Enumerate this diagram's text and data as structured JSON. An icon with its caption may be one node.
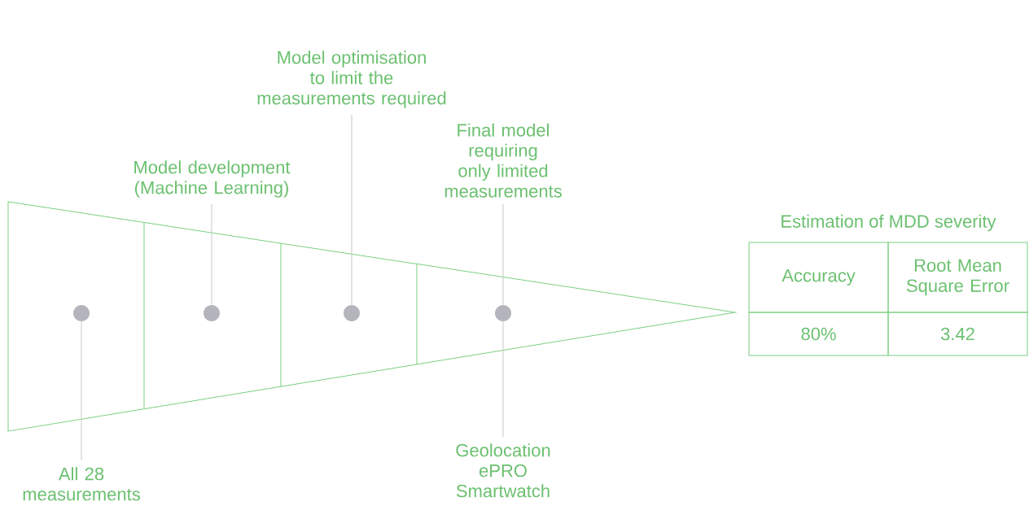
{
  "diagram": {
    "nodes": [
      {
        "text": [
          "All 28 measurements"
        ]
      },
      {
        "text": [
          "Model development (Machine Learning)"
        ]
      },
      {
        "text": [
          "Model optimisation to limit the measurements required"
        ]
      },
      {
        "text": [
          "Final model requiring only limited measurements"
        ]
      },
      {
        "text": [
          "Geolocation ePRO Smartwatch"
        ]
      },
      {
        "text": [],
        "shape": "circle"
      },
      {
        "text": [],
        "shape": "circle"
      },
      {
        "text": [],
        "shape": "circle"
      },
      {
        "text": [],
        "shape": "circle"
      }
    ],
    "edges": [
      {
        "from": 0,
        "to": 5,
        "arrow": "none"
      },
      {
        "from": 1,
        "to": 6,
        "arrow": "none"
      },
      {
        "from": 2,
        "to": 7,
        "arrow": "none"
      },
      {
        "from": 3,
        "to": 8,
        "arrow": "none"
      },
      {
        "from": 4,
        "to": 8,
        "arrow": "none"
      }
    ],
    "labels": [
      "Estimation of MDD severity",
      "Accuracy",
      "Root Mean Square Error",
      "80%",
      "3.42"
    ]
  }
}
